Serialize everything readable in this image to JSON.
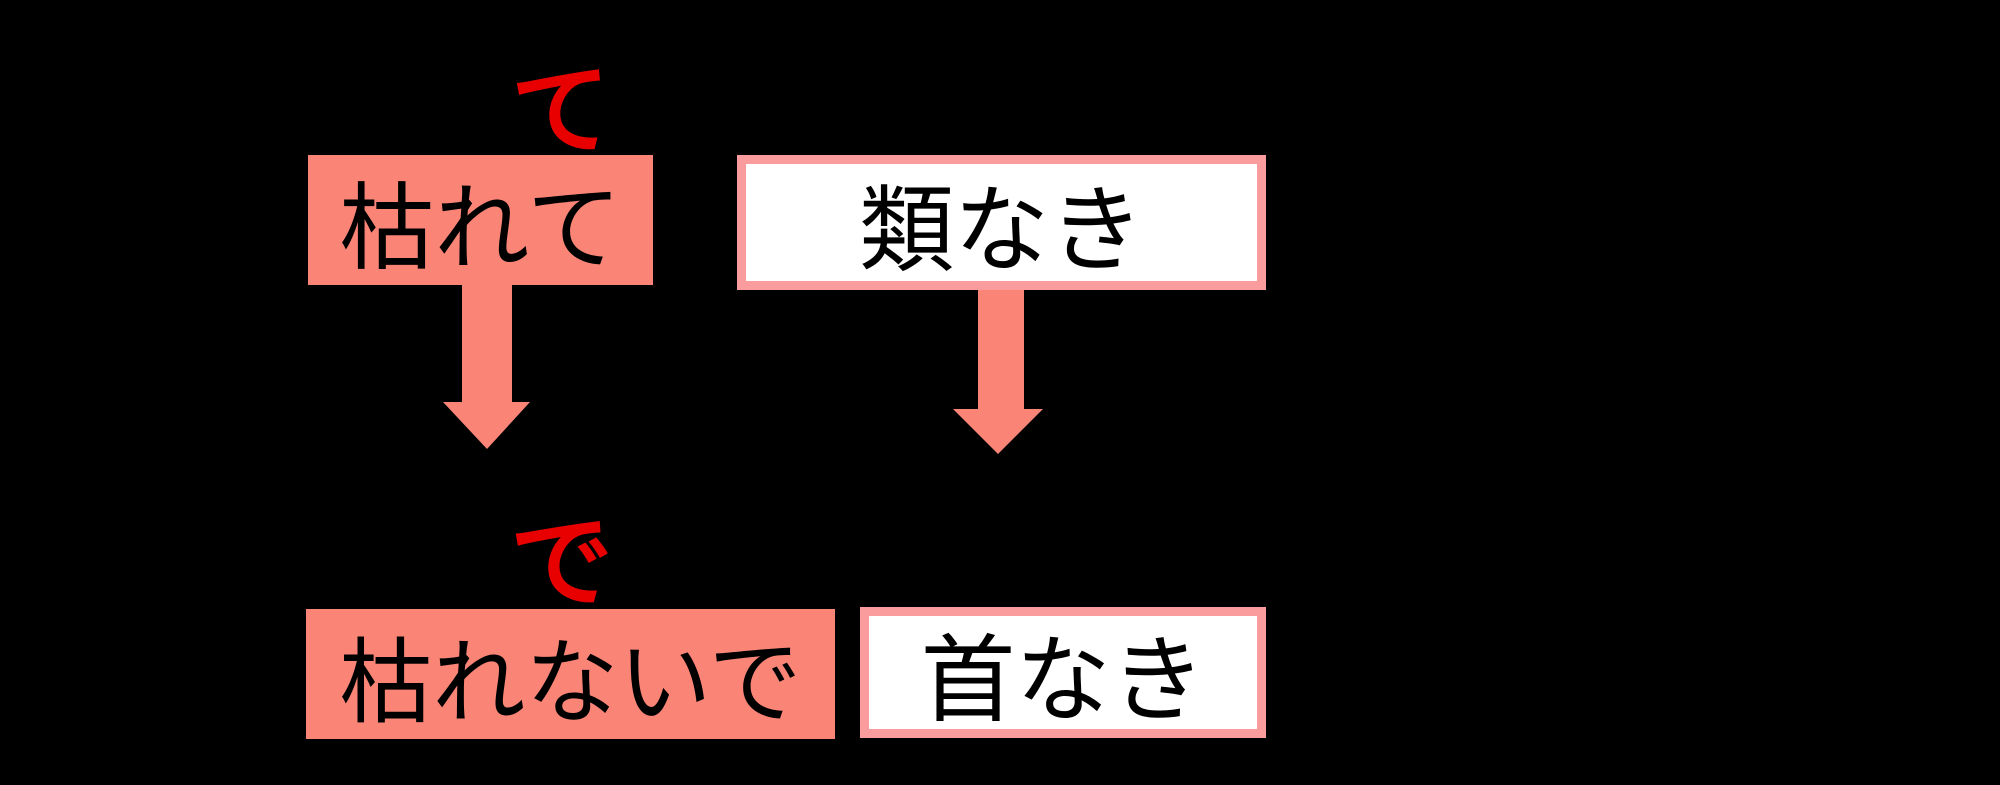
{
  "diagram": {
    "background_color": "#000000",
    "box_fill_salmon": "#FA8577",
    "box_border_pink": "#FA9B9E",
    "annotation_red": "#E80000",
    "text_color": "#000000",
    "arrow_icon": "down-arrow",
    "arrow_color": "#FA8577",
    "pairs": [
      {
        "annotation": "て",
        "shaded_box_label": "枯れて",
        "outlined_box_label": "類なき"
      },
      {
        "annotation": "で",
        "shaded_box_label": "枯れないで",
        "outlined_box_label": "首なき"
      }
    ]
  }
}
